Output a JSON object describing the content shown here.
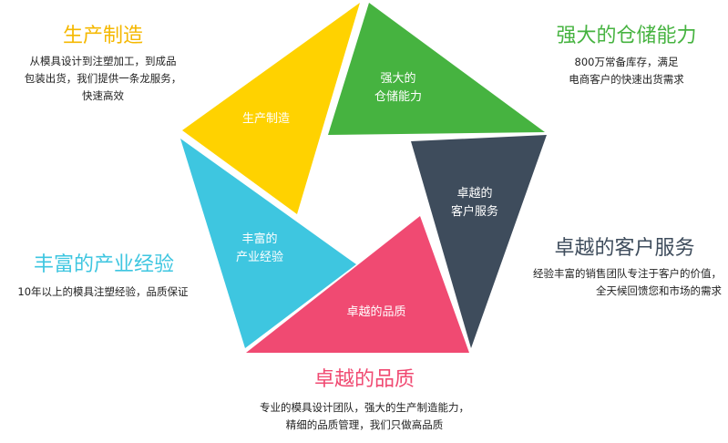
{
  "colors": {
    "yellow": "#FFD200",
    "green": "#46B340",
    "dark": "#3E4C5C",
    "pink": "#F04A72",
    "blue": "#3EC6E0"
  },
  "segments": [
    {
      "id": "production",
      "color": "#FFD200",
      "inner": [
        "生产制造"
      ]
    },
    {
      "id": "storage",
      "color": "#46B340",
      "inner": [
        "强大的",
        "仓储能力"
      ]
    },
    {
      "id": "service",
      "color": "#3E4C5C",
      "inner": [
        "卓越的",
        "客户服务"
      ]
    },
    {
      "id": "quality",
      "color": "#F04A72",
      "inner": [
        "卓越的品质"
      ]
    },
    {
      "id": "experience",
      "color": "#3EC6E0",
      "inner": [
        "丰富的",
        "产业经验"
      ]
    }
  ],
  "callouts": {
    "production": {
      "title": "生产制造",
      "desc": [
        "从模具设计到注塑加工，到成品",
        "包装出货，我们提供一条龙服务，",
        "快速高效"
      ]
    },
    "storage": {
      "title": "强大的仓储能力",
      "desc": [
        "800万常备库存，满足",
        "电商客户的快速出货需求"
      ]
    },
    "service": {
      "title": "卓越的客户服务",
      "desc": [
        "经验丰富的销售团队专注于客户的价值，",
        "全天候回馈您和市场的需求"
      ]
    },
    "experience": {
      "title": "丰富的产业经验",
      "desc": [
        "10年以上的模具注塑经验，品质保证"
      ]
    },
    "quality": {
      "title": "卓越的品质",
      "desc": [
        "专业的模具设计团队，强大的生产制造能力，",
        "精细的品质管理，我们只做高品质"
      ]
    }
  }
}
